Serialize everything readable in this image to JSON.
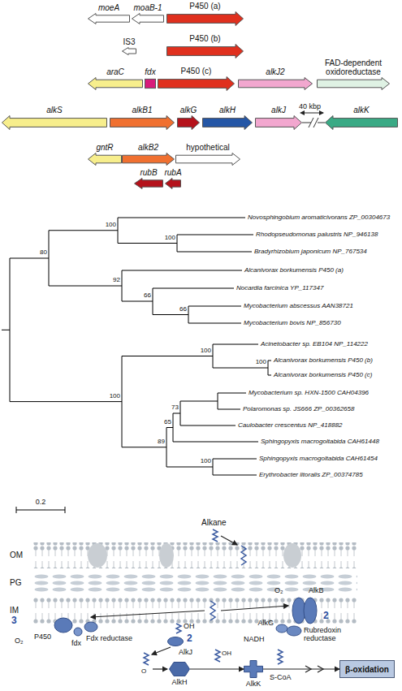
{
  "diagram": {
    "nodes": [
      {
        "text": [
          "moeA"
        ]
      },
      {
        "text": [
          "moaB-1"
        ]
      },
      {
        "text": [
          "P450 (a)"
        ]
      },
      {
        "text": [
          "IS3"
        ]
      },
      {
        "text": [
          "P450 (b)"
        ]
      },
      {
        "text": [
          "araC"
        ]
      },
      {
        "text": [
          "fdx"
        ]
      },
      {
        "text": [
          "P450 (c)"
        ]
      },
      {
        "text": [
          "alkJ2"
        ]
      },
      {
        "text": [
          "FAD-dependent oxidoreductase"
        ]
      },
      {
        "text": [
          "alkS"
        ]
      },
      {
        "text": [
          "alkB1"
        ]
      },
      {
        "text": [
          "alkG"
        ]
      },
      {
        "text": [
          "alkH"
        ]
      },
      {
        "text": [
          "alkJ"
        ]
      },
      {
        "text": [
          "alkK"
        ]
      },
      {
        "text": [
          "gntR"
        ]
      },
      {
        "text": [
          "alkB2"
        ]
      },
      {
        "text": [
          "hypothetical"
        ]
      },
      {
        "text": [
          "rubB"
        ]
      },
      {
        "text": [
          "rubA"
        ]
      },
      {
        "text": [
          "AlkJ"
        ]
      },
      {
        "text": [
          "AlkH"
        ]
      },
      {
        "text": [
          "AlkK"
        ]
      },
      {
        "text": [
          "β-oxidation"
        ]
      }
    ],
    "edges": [
      {
        "from": 22,
        "to": 23,
        "arrow": "to"
      },
      {
        "from": 23,
        "to": 24,
        "arrow": "to"
      }
    ],
    "labels": [
      "40 kbp",
      "100",
      "80",
      "100",
      "92",
      "66",
      "66",
      "100",
      "100",
      "100",
      "73",
      "65",
      "89",
      "100",
      "Novosphingobium aromaticivorans ZP_00304673",
      "Rhodopseudomonas palustris NP_946138",
      "Bradyrhizobium japonicum NP_767534",
      "Alcanivorax borkumensis P450 (a)",
      "Nocardia farcinica YP_117347",
      "Mycobacterium abscessus AAN38721",
      "Mycobacterium bovis NP_856730",
      "Acinetobacter sp. EB104 NP_114222",
      "Alcanivorax borkumensis P450 (b)",
      "Alcanivorax borkumensis P450 (c)",
      "Mycobacterium sp. HXN-1500 CAH04396",
      "Polaromonas sp. JS666 ZP_00362658",
      "Caulobacter crescentus NP_418882",
      "Sphingopyxis macrogoltabida CAH61448",
      "Sphingopyxis macrogoltabida CAH61454",
      "Erythrobacter litoralis ZP_00374785",
      "0.2",
      "Alkane",
      "OM",
      "PG",
      "IM",
      "3",
      "O₂",
      "P450",
      "fdx",
      "Fdx reductase",
      "O₂",
      "AlkB",
      "AlkG",
      "NADH",
      "2",
      "Rubredoxin reductase",
      "OH",
      "2",
      "O",
      "OH",
      "S-CoA"
    ]
  }
}
